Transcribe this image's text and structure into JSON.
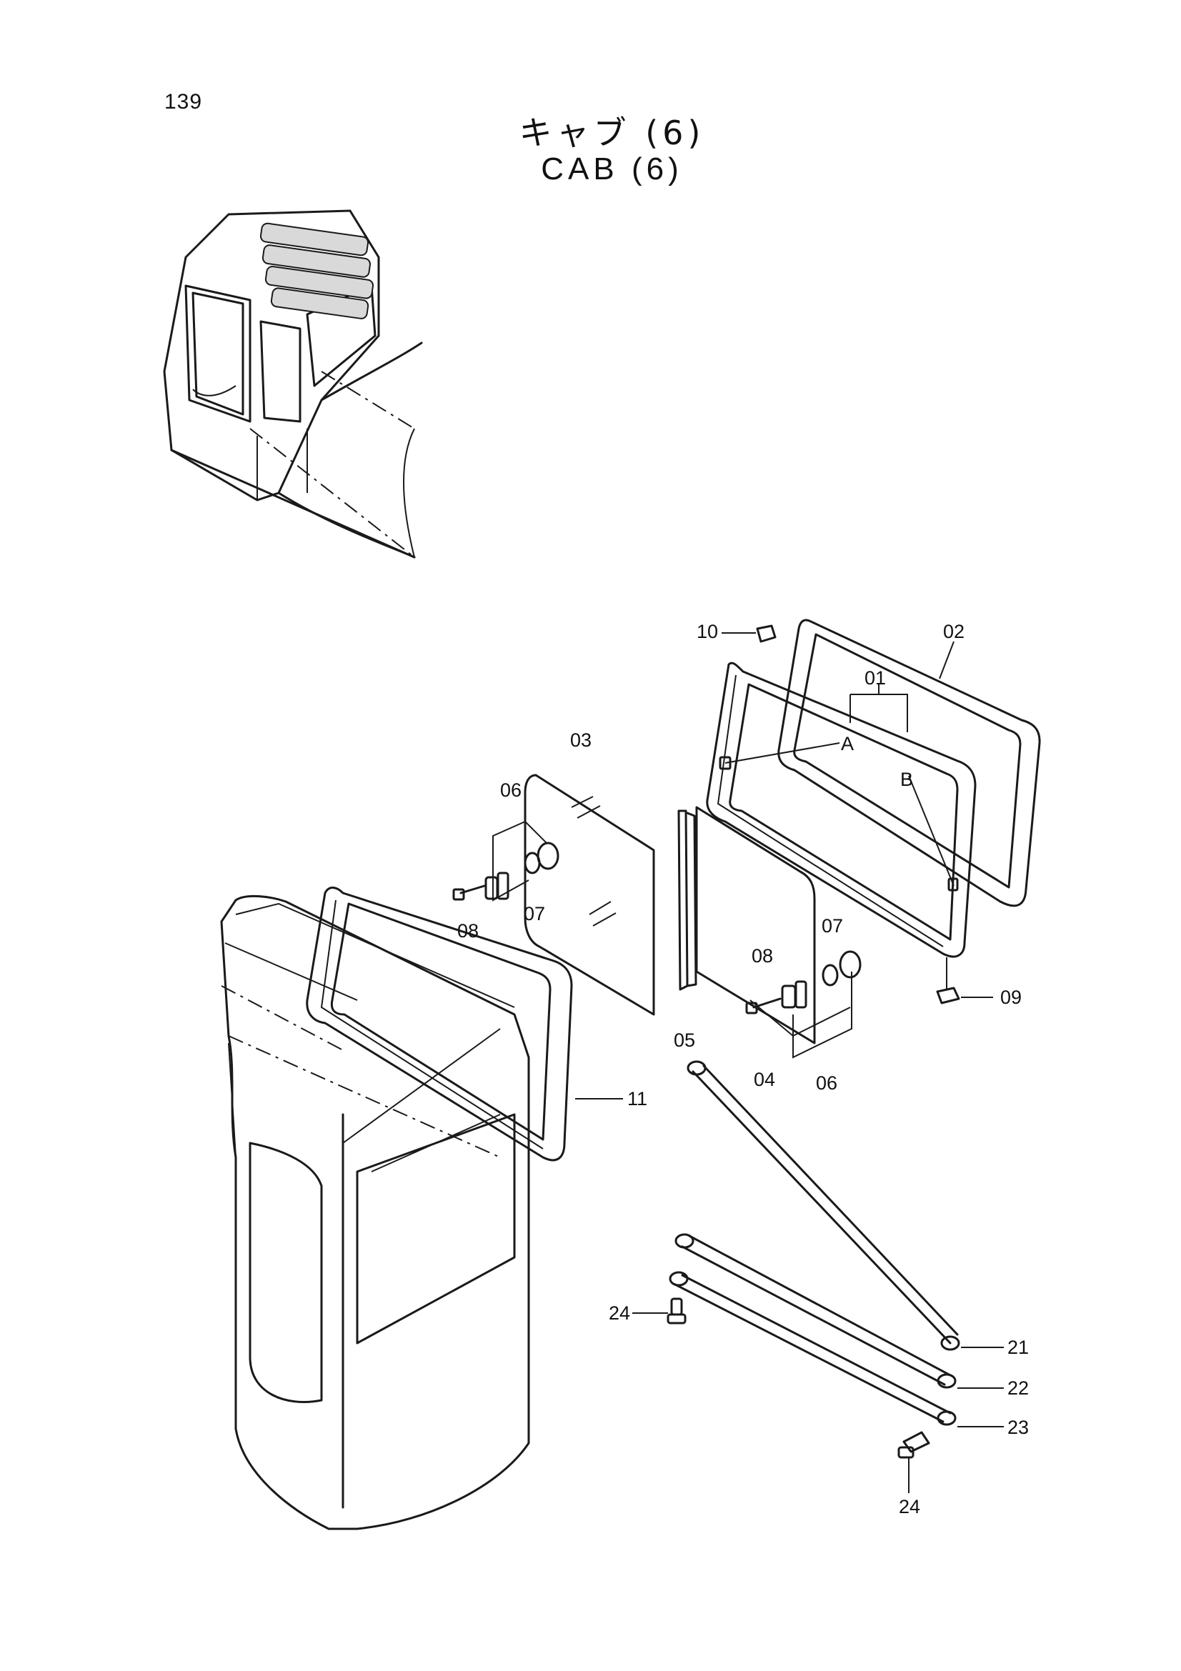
{
  "page": {
    "number": "139",
    "title_ja": "キャブ (6)",
    "title_en": "CAB (6)"
  },
  "callouts": {
    "c01": "01",
    "c02": "02",
    "c03": "03",
    "c04": "04",
    "c05": "05",
    "c06a": "06",
    "c06b": "06",
    "c07a": "07",
    "c07b": "07",
    "c08a": "08",
    "c08b": "08",
    "c09": "09",
    "c10": "10",
    "c11": "11",
    "c21": "21",
    "c22": "22",
    "c23": "23",
    "c24a": "24",
    "c24b": "24",
    "cA": "A",
    "cB": "B"
  }
}
